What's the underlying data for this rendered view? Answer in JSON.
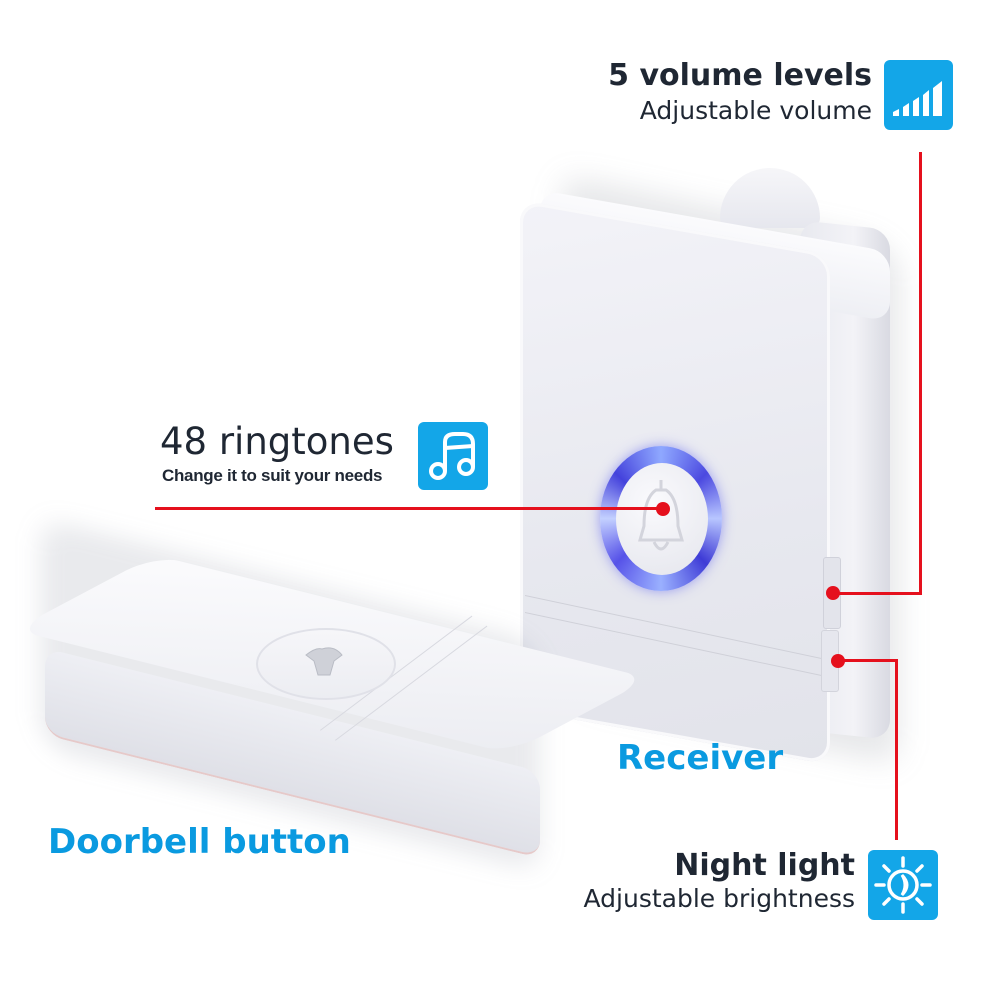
{
  "features": {
    "volume": {
      "title": "5 volume levels",
      "subtitle": "Adjustable volume",
      "icon": "volume-bars-icon"
    },
    "ringtones": {
      "title": "48 ringtones",
      "subtitle": "Change it to suit your needs",
      "icon": "music-note-icon"
    },
    "night_light": {
      "title": "Night light",
      "subtitle": "Adjustable brightness",
      "icon": "sun-moon-icon"
    }
  },
  "products": {
    "receiver_label": "Receiver",
    "button_label": "Doorbell button"
  },
  "colors": {
    "accent_blue": "#13a6e8",
    "label_blue": "#0a9ae0",
    "callout_red": "#e5101d",
    "text_dark": "#1f2733",
    "led_ring": "#5a5cf0"
  }
}
